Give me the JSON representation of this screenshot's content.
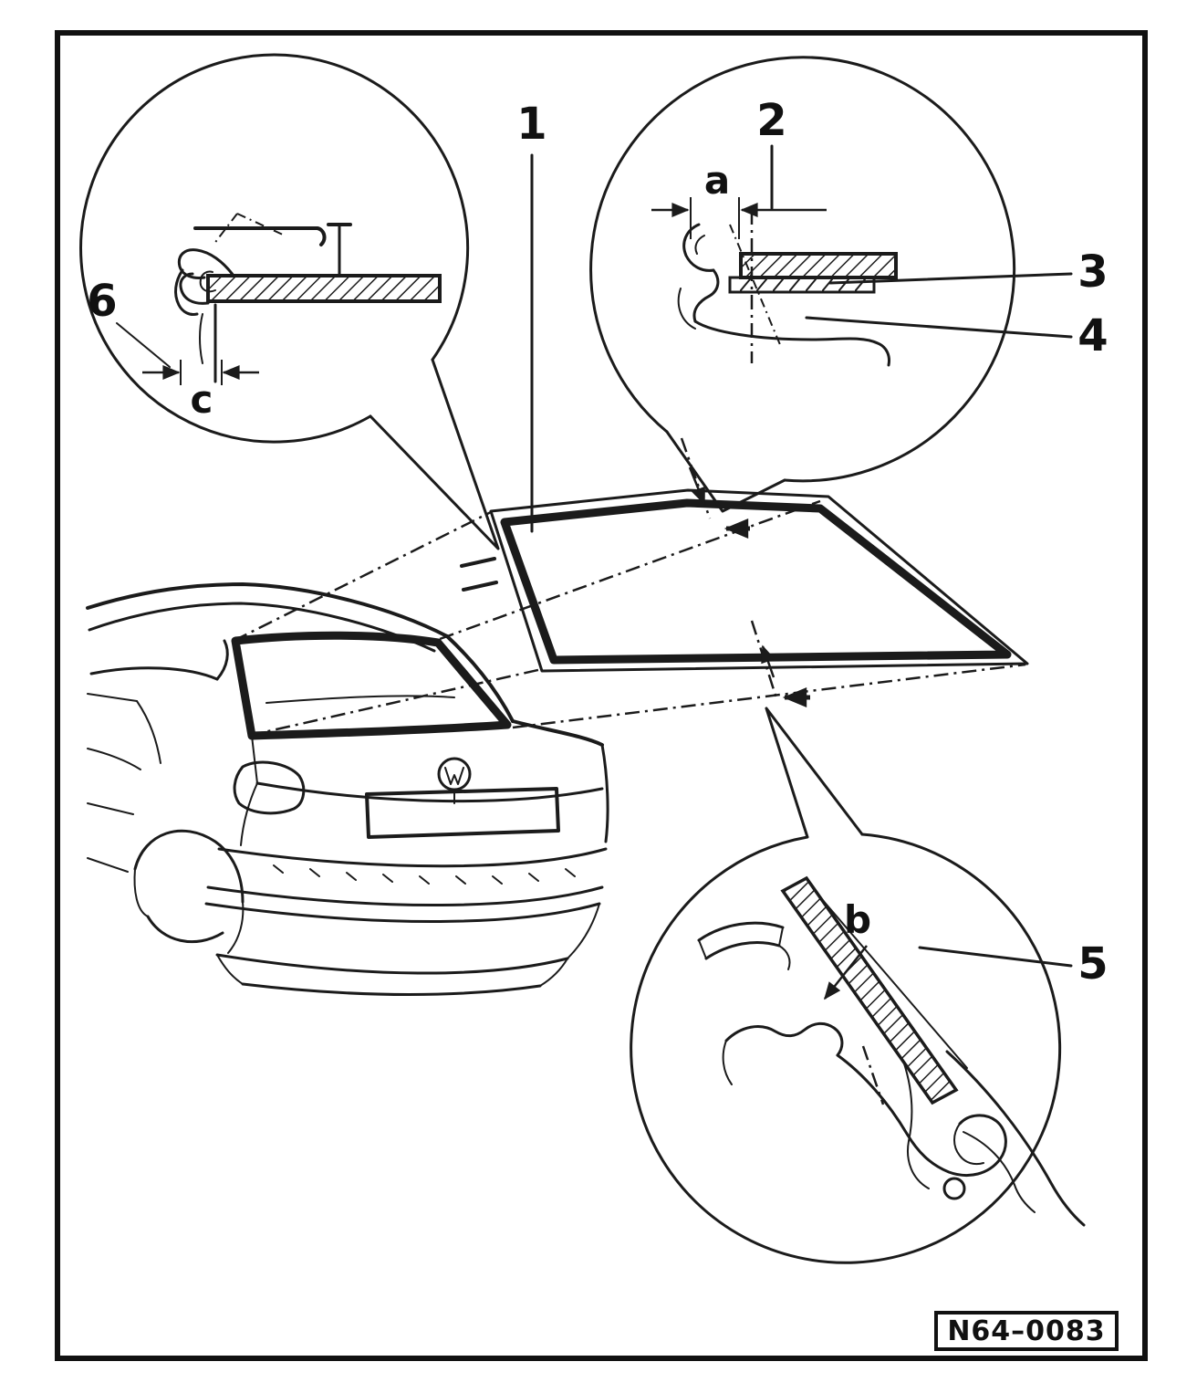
{
  "figure": {
    "drawing_number": "N64–0083",
    "callouts": {
      "1": "1",
      "2": "2",
      "3": "3",
      "4": "4",
      "5": "5",
      "6": "6"
    },
    "dimensions": {
      "a": "a",
      "b": "b",
      "c": "c"
    }
  }
}
